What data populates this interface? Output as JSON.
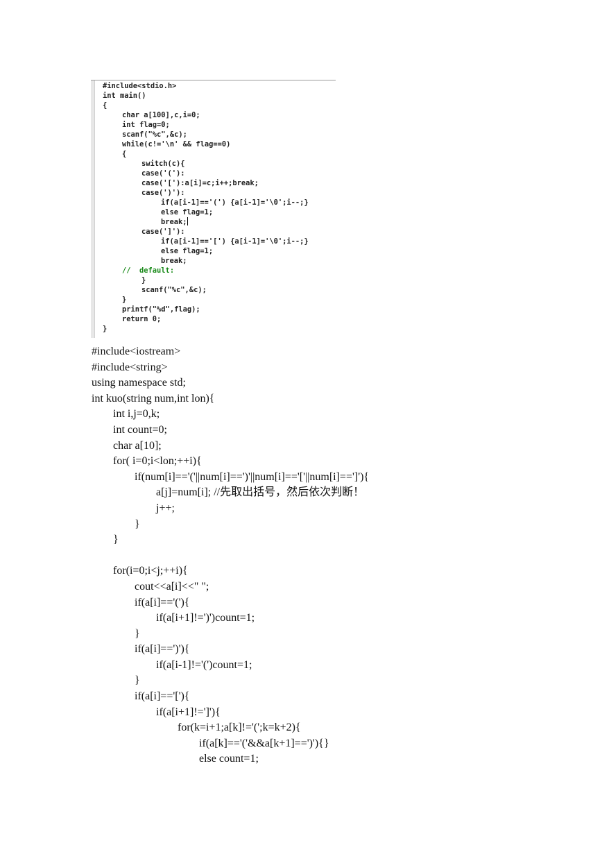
{
  "ide_screenshot": {
    "lines": [
      {
        "text": "#include<stdio.h>",
        "indent": 1
      },
      {
        "text": "int main()",
        "indent": 1
      },
      {
        "text": "{",
        "indent": 1
      },
      {
        "text": "char a[100],c,i=0;",
        "indent": 2
      },
      {
        "text": "int flag=0;",
        "indent": 2
      },
      {
        "text": "scanf(\"%c\",&c);",
        "indent": 2
      },
      {
        "text": "while(c!='\\n' && flag==0)",
        "indent": 2
      },
      {
        "text": "{",
        "indent": 2
      },
      {
        "text": "switch(c){",
        "indent": 3
      },
      {
        "text": "case('('):",
        "indent": 3
      },
      {
        "text": "case('['):a[i]=c;i++;break;",
        "indent": 3
      },
      {
        "text": "case(')'):",
        "indent": 3
      },
      {
        "text": "if(a[i-1]=='(') {a[i-1]='\\0';i--;}",
        "indent": 4
      },
      {
        "text": "else flag=1;",
        "indent": 4
      },
      {
        "text": "break;",
        "indent": 4,
        "caret": true
      },
      {
        "text": "case(']'):",
        "indent": 3
      },
      {
        "text": "if(a[i-1]=='[') {a[i-1]='\\0';i--;}",
        "indent": 4
      },
      {
        "text": "else flag=1;",
        "indent": 4
      },
      {
        "text": "break;",
        "indent": 4
      },
      {
        "text": "//  default:",
        "indent": 2,
        "comment": true
      },
      {
        "text": "}",
        "indent": 3
      },
      {
        "text": "scanf(\"%c\",&c);",
        "indent": 3
      },
      {
        "text": "}",
        "indent": 2
      },
      {
        "text": "printf(\"%d\",flag);",
        "indent": 2
      },
      {
        "text": "return 0;",
        "indent": 2
      },
      {
        "text": "}",
        "indent": 1
      }
    ]
  },
  "document_code": {
    "lines": [
      {
        "text": "#include<iostream>",
        "indent": 0
      },
      {
        "text": "#include<string>",
        "indent": 0
      },
      {
        "text": "using namespace std;",
        "indent": 0
      },
      {
        "text": "int kuo(string num,int lon){",
        "indent": 0
      },
      {
        "text": "int i,j=0,k;",
        "indent": 1
      },
      {
        "text": "int count=0;",
        "indent": 1
      },
      {
        "text": "char a[10];",
        "indent": 1
      },
      {
        "text": "for( i=0;i<lon;++i){",
        "indent": 1
      },
      {
        "text": "if(num[i]=='('||num[i]==')'||num[i]=='['||num[i]==']'){",
        "indent": 2
      },
      {
        "text": "a[j]=num[i]; //先取出括号，然后依次判断！",
        "indent": 3
      },
      {
        "text": "j++;",
        "indent": 3
      },
      {
        "text": "}",
        "indent": 2
      },
      {
        "text": "}",
        "indent": 1
      },
      {
        "text": "",
        "indent": 0
      },
      {
        "text": "for(i=0;i<j;++i){",
        "indent": 1
      },
      {
        "text": "cout<<a[i]<<\" \";",
        "indent": 2
      },
      {
        "text": "if(a[i]=='('){",
        "indent": 2
      },
      {
        "text": "if(a[i+1]!=')')count=1;",
        "indent": 3
      },
      {
        "text": "}",
        "indent": 2
      },
      {
        "text": "if(a[i]==')'){",
        "indent": 2
      },
      {
        "text": "if(a[i-1]!='(')count=1;",
        "indent": 3
      },
      {
        "text": "}",
        "indent": 2
      },
      {
        "text": "if(a[i]=='['){",
        "indent": 2
      },
      {
        "text": "if(a[i+1]!=']'){",
        "indent": 3
      },
      {
        "text": "for(k=i+1;a[k]!='(';k=k+2){",
        "indent": 4
      },
      {
        "text": "if(a[k]=='('&&a[k+1]==')'){}",
        "indent": 5
      },
      {
        "text": "else count=1;",
        "indent": 5
      }
    ]
  }
}
